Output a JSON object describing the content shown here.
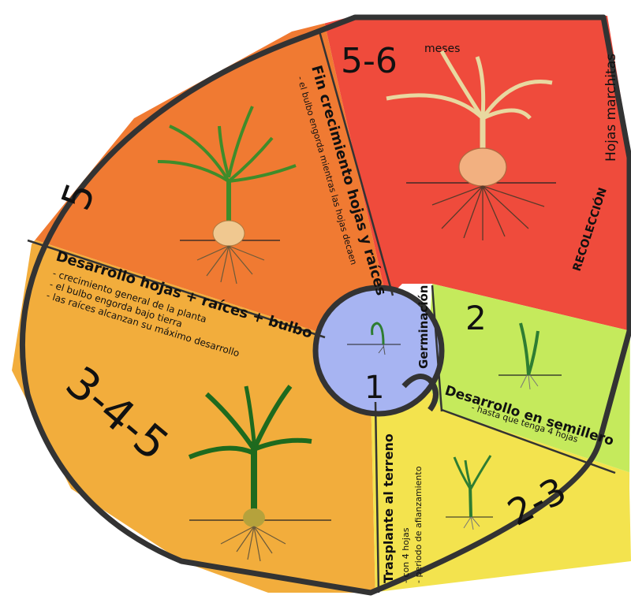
{
  "colors": {
    "recoleccion": "#ef4b3c",
    "fin_crecimiento": "#f07a32",
    "desarrollo_bulbo": "#f2ad3c",
    "trasplante": "#f3e34e",
    "semillero": "#c5ea5c",
    "germinacion": "#a7b4f2",
    "outline": "#333333",
    "leaf": "#4a8a2a",
    "bulb": "#f0a070"
  },
  "stages": {
    "germinacion": {
      "number": "1",
      "title": "Germinación"
    },
    "semillero": {
      "number": "2",
      "title": "Desarrollo en semillero",
      "notes": [
        "- hasta que tenga 4 hojas"
      ]
    },
    "trasplante": {
      "number": "2-3",
      "title": "Trasplante al terreno",
      "notes": [
        "- con 4 hojas",
        "- periodo de afianzamiento"
      ]
    },
    "desarrollo": {
      "number": "3-4-5",
      "title": "Desarrollo hojas + raíces + bulbo",
      "notes": [
        "- crecimiento general de la planta",
        "- el bulbo engorda bajo tierra",
        "- las raíces alcanzan su máximo desarrollo"
      ]
    },
    "fin": {
      "number": "5",
      "title": "Fin crecimiento hojas y raíces",
      "notes": [
        "- el bulbo engorda mientras las hojas decaen"
      ]
    },
    "recoleccion": {
      "number": "5-6",
      "unit": "meses",
      "title": "RECOLECCIÓN",
      "note": "Hojas marchitas"
    }
  }
}
